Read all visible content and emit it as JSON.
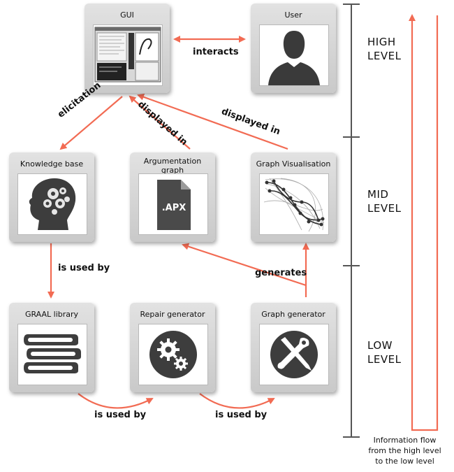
{
  "nodes": {
    "gui": "GUI",
    "user": "User",
    "knowledge_base": "Knowledge base",
    "argumentation_graph": "Argumentation graph",
    "graph_visualisation": "Graph Visualisation",
    "graal_library": "GRAAL library",
    "repair_generator": "Repair generator",
    "graph_generator": "Graph generator"
  },
  "edges": {
    "interacts": "interacts",
    "elicitation": "elicitation",
    "displayed_in_1": "displayed in",
    "displayed_in_2": "displayed in",
    "is_used_by_1": "is used by",
    "generates": "generates",
    "is_used_by_2": "is used by",
    "is_used_by_3": "is used by"
  },
  "file_icon_text": ".APX",
  "levels": {
    "high": [
      "HIGH",
      "LEVEL"
    ],
    "mid": [
      "MID",
      "LEVEL"
    ],
    "low": [
      "LOW",
      "LEVEL"
    ]
  },
  "caption": [
    "Information flow",
    "from the high level",
    "to the low level"
  ],
  "colors": {
    "arrow": "#f26b53",
    "box": "#d6d6d6",
    "icon": "#4a4a4a"
  }
}
